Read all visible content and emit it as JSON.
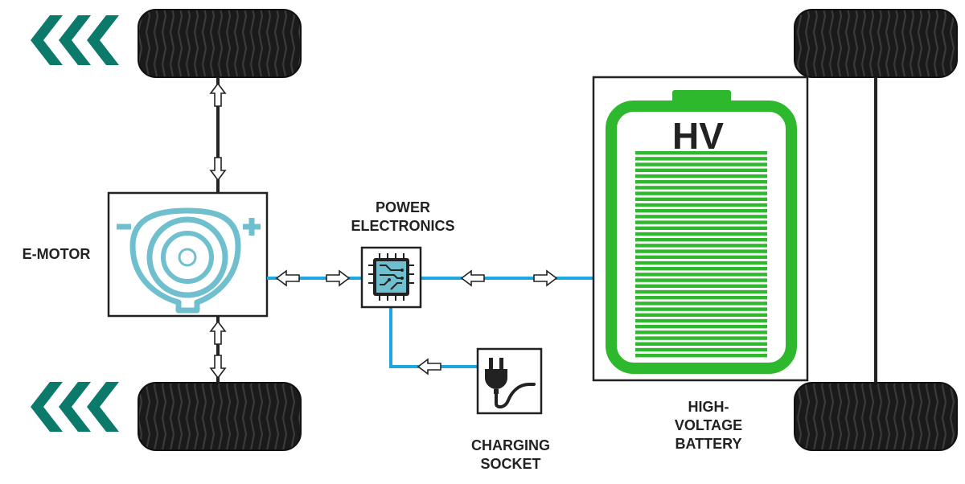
{
  "labels": {
    "e_motor": "E-MOTOR",
    "power_electronics_line1": "POWER",
    "power_electronics_line2": "ELECTRONICS",
    "battery_line1": "HIGH-",
    "battery_line2": "VOLTAGE",
    "battery_line3": "BATTERY",
    "battery_badge": "HV",
    "charging_line1": "CHARGING",
    "charging_line2": "SOCKET"
  },
  "colors": {
    "direction_arrows": "#0b7a6a",
    "motor_icon": "#6fbfcf",
    "power_line": "#1ea6e0",
    "battery": "#2db82d",
    "outline": "#222222",
    "tire": "#1a1a1a"
  },
  "icons": {
    "motor": "electric-motor-icon",
    "power_electronics": "circuit-chip-icon",
    "charging": "plug-icon",
    "battery": "battery-icon"
  }
}
